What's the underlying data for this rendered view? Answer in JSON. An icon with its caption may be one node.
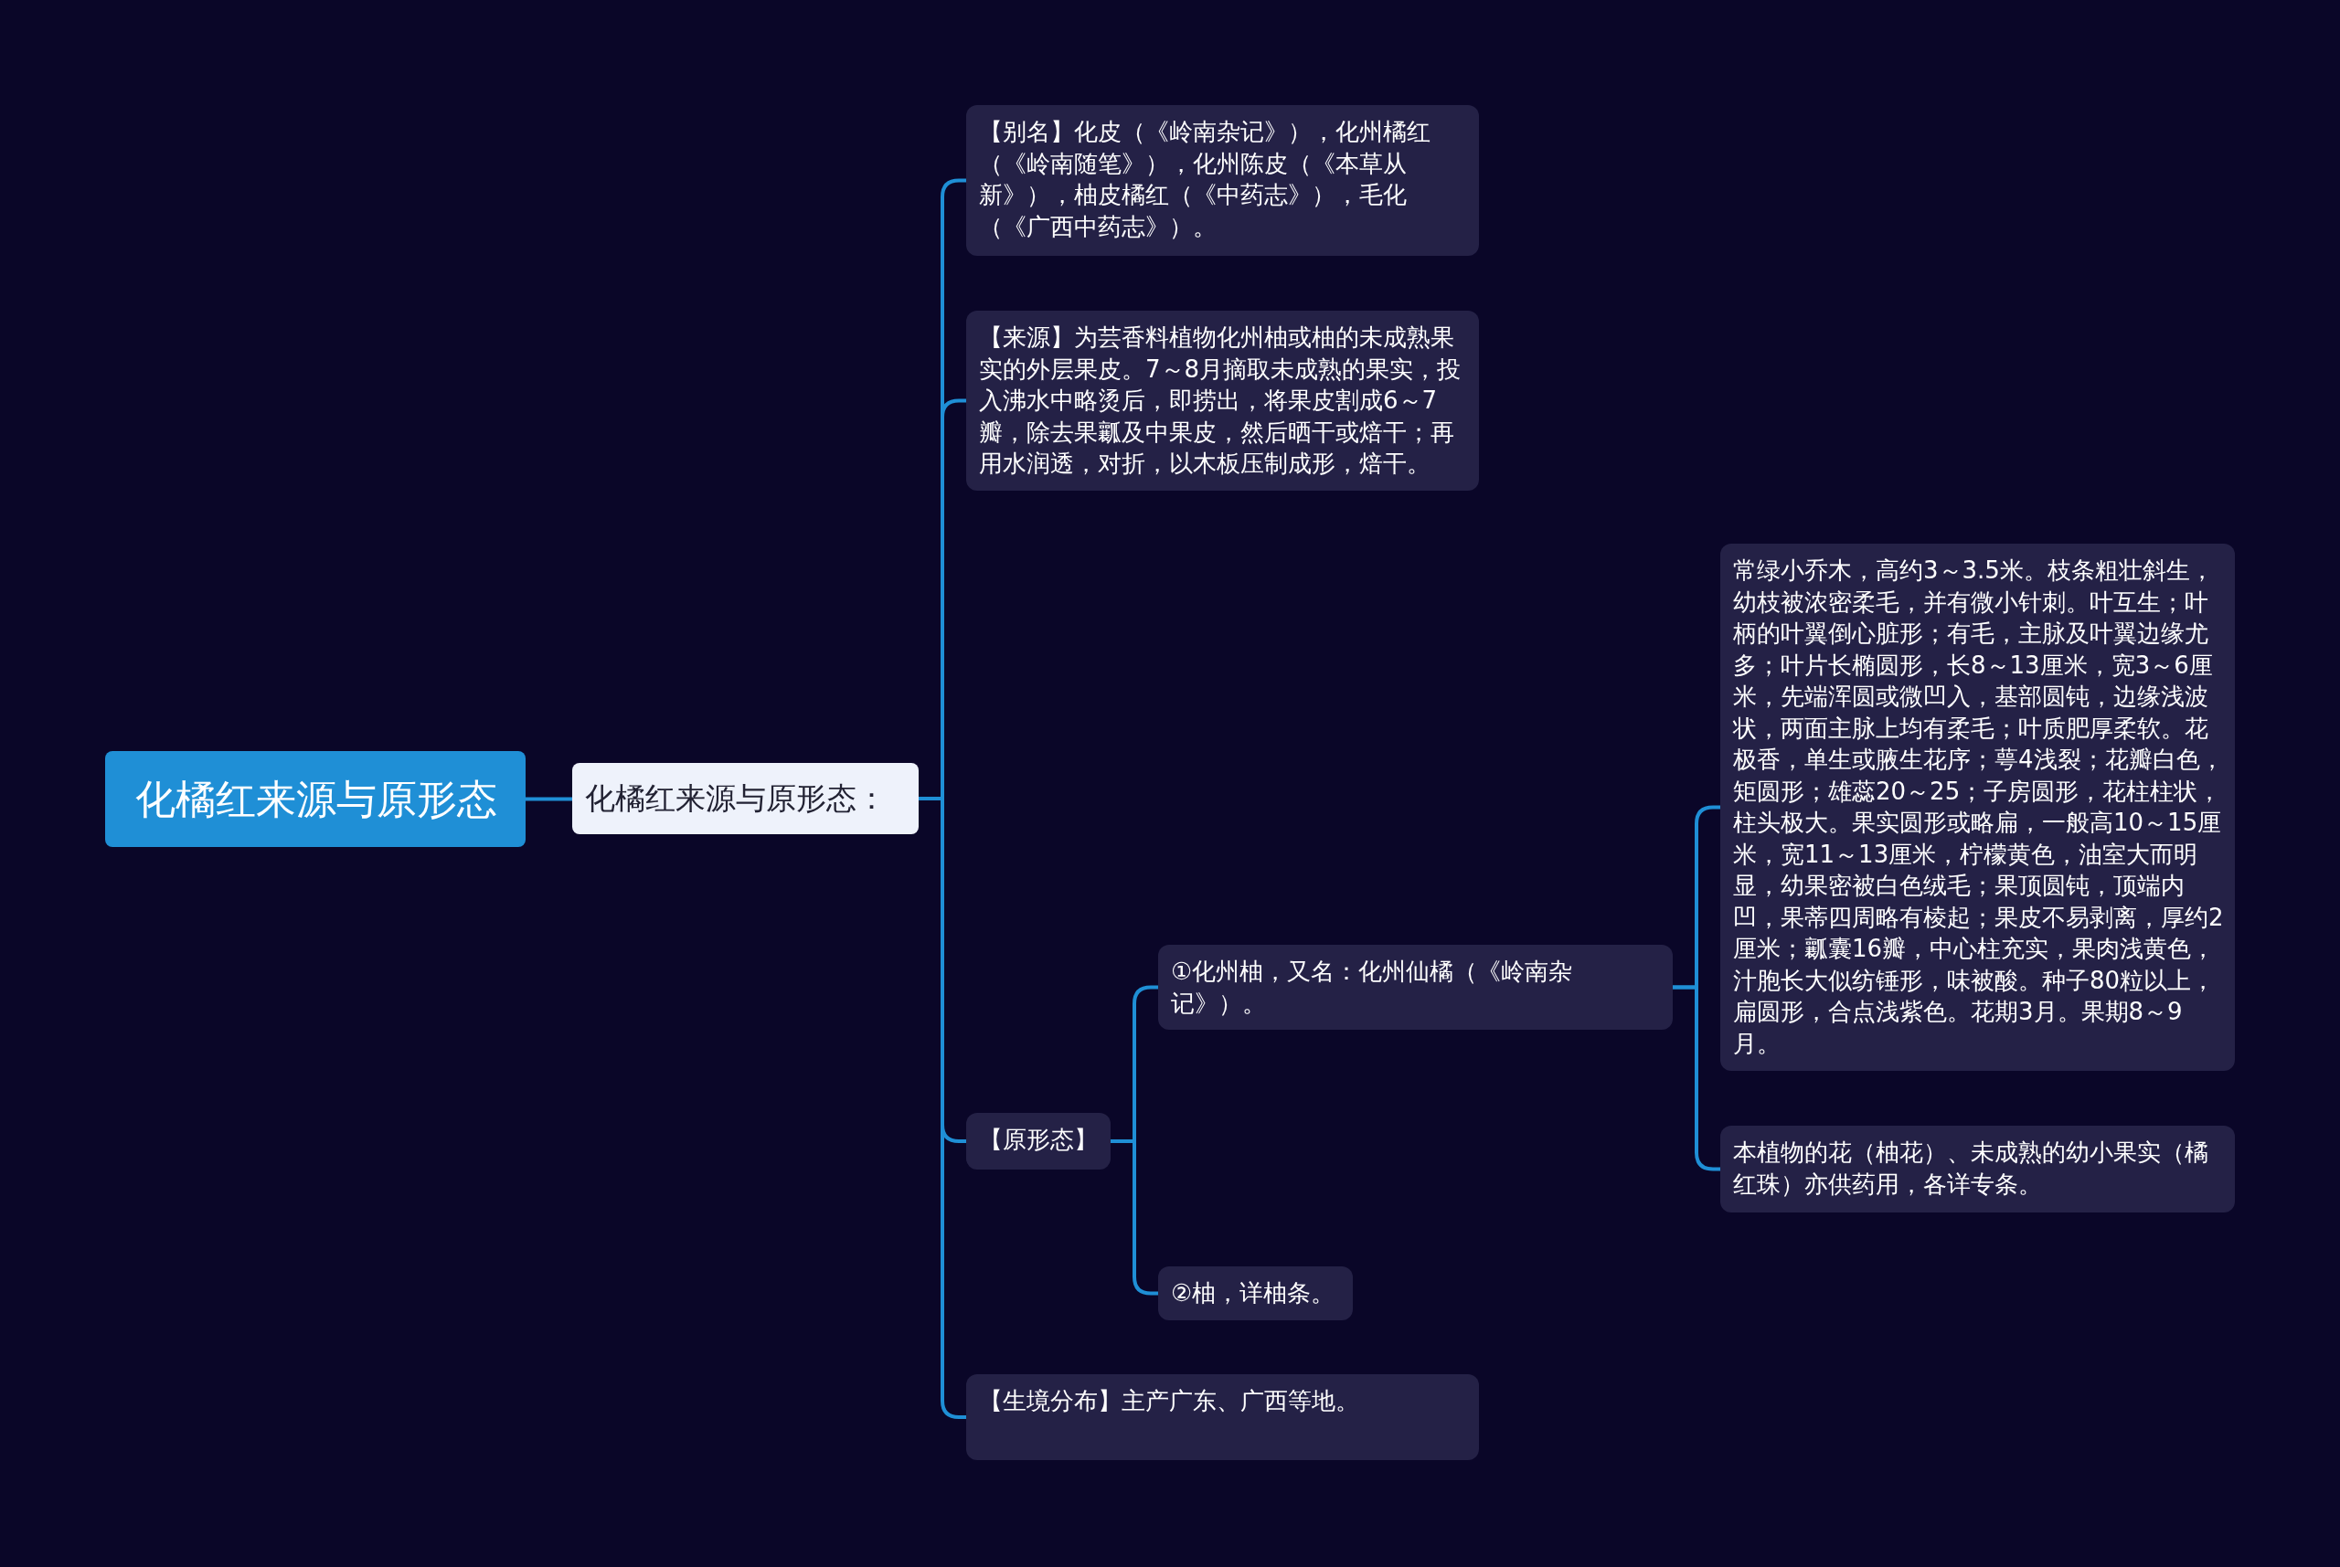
{
  "diagram": {
    "nodes": [
      {
        "text": [
          "化橘红来源与原形态"
        ]
      },
      {
        "text": [
          "化橘红来源与原形态："
        ]
      },
      {
        "text": [
          "【别名】化皮（《岭南杂记》），化州橘红（《岭南随笔》），化州陈皮（《本草从新》），柚皮橘红（《中药志》），毛化（《广西中药志》）。"
        ]
      },
      {
        "text": [
          "【来源】为芸香料植物化州柚或柚的未成熟果实的外层果皮。7～8月摘取未成熟的果实，投入沸水中略烫后，即捞出，将果皮割成6～7瓣，除去果瓤及中果皮，然后晒干或焙干；再用水润透，对折，以木板压制成形，焙干。"
        ]
      },
      {
        "text": [
          "【原形态】"
        ]
      },
      {
        "text": [
          "①化州柚，又名：化州仙橘（《岭南杂记》）。"
        ]
      },
      {
        "text": [
          "常绿小乔木，高约3～3.5米。枝条粗壮斜生，幼枝被浓密柔毛，并有微小针刺。叶互生；叶柄的叶翼倒心脏形；有毛，主脉及叶翼边缘尤多；叶片长椭圆形，长8～13厘米，宽3～6厘米，先端浑圆或微凹入，基部圆钝，边缘浅波状，两面主脉上均有柔毛；叶质肥厚柔软。花极香，单生或腋生花序；萼4浅裂；花瓣白色，矩圆形；雄蕊20～25；子房圆形，花柱柱状，柱头极大。果实圆形或略扁，一般高10～15厘米，宽11～13厘米，柠檬黄色，油室大而明显，幼果密被白色绒毛；果顶圆钝，顶端内凹，果蒂四周略有棱起；果皮不易剥离，厚约2厘米；瓤囊16瓣，中心柱充实，果肉浅黄色，汁胞长大似纺锤形，味被酸。种子80粒以上，扁圆形，合点浅紫色。花期3月。果期8～9月。"
        ]
      },
      {
        "text": [
          "本植物的花（柚花）、未成熟的幼小果实（橘红珠）亦供药用，各详专条。"
        ]
      },
      {
        "text": [
          "②柚，详柚条。"
        ]
      },
      {
        "text": [
          "【生境分布】主产广东、广西等地。"
        ]
      }
    ],
    "edges": [
      {
        "from": 0,
        "to": 1,
        "arrow": "none"
      },
      {
        "from": 1,
        "to": 2,
        "arrow": "none"
      },
      {
        "from": 1,
        "to": 3,
        "arrow": "none"
      },
      {
        "from": 1,
        "to": 4,
        "arrow": "none"
      },
      {
        "from": 1,
        "to": 9,
        "arrow": "none"
      },
      {
        "from": 4,
        "to": 5,
        "arrow": "none"
      },
      {
        "from": 4,
        "to": 8,
        "arrow": "none"
      },
      {
        "from": 5,
        "to": 6,
        "arrow": "none"
      },
      {
        "from": 5,
        "to": 7,
        "arrow": "none"
      }
    ]
  }
}
